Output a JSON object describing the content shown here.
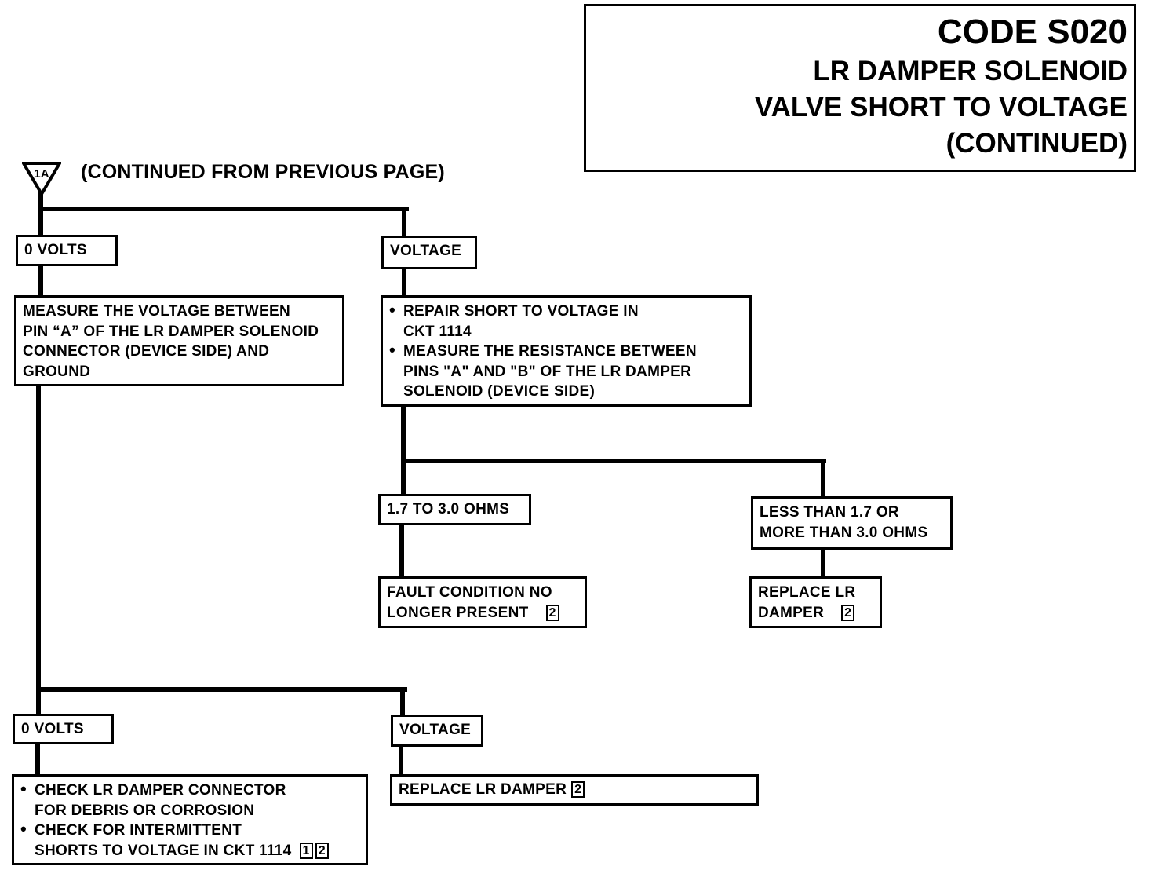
{
  "title": {
    "code": "CODE S020",
    "lines": [
      "LR DAMPER SOLENOID",
      "VALVE SHORT TO VOLTAGE",
      "(CONTINUED)"
    ]
  },
  "connector": {
    "marker_label": "1A",
    "continued_text": "(CONTINUED FROM PREVIOUS PAGE)"
  },
  "nodes": {
    "zero_volts_1": "0 VOLTS",
    "voltage_1": "VOLTAGE",
    "measure_pin_a": [
      "MEASURE THE VOLTAGE BETWEEN",
      "PIN “A” OF THE LR DAMPER SOLENOID",
      "CONNECTOR (DEVICE SIDE) AND",
      "GROUND"
    ],
    "repair_short": {
      "bullet1": [
        "REPAIR SHORT TO VOLTAGE IN",
        "CKT 1114"
      ],
      "bullet2": [
        "MEASURE THE RESISTANCE BETWEEN",
        "PINS \"A\" AND \"B\" OF THE LR DAMPER",
        "SOLENOID (DEVICE SIDE)"
      ]
    },
    "ohms_ok": "1.7 TO 3.0 OHMS",
    "ohms_bad": [
      "LESS THAN 1.7 OR",
      "MORE THAN 3.0 OHMS"
    ],
    "fault_gone": {
      "lines": [
        "FAULT CONDITION NO",
        "LONGER PRESENT"
      ],
      "ref": "2"
    },
    "replace_damper_a": {
      "lines": [
        "REPLACE LR",
        "DAMPER"
      ],
      "ref": "2"
    },
    "zero_volts_2": "0 VOLTS",
    "voltage_2": "VOLTAGE",
    "check_connector": {
      "bullet1": [
        "CHECK LR DAMPER CONNECTOR",
        "FOR DEBRIS OR CORROSION"
      ],
      "bullet2": [
        "CHECK FOR INTERMITTENT",
        "SHORTS TO VOLTAGE IN CKT 1114"
      ],
      "refs": [
        "1",
        "2"
      ]
    },
    "replace_damper_b": {
      "text": "REPLACE LR DAMPER",
      "ref": "2"
    }
  },
  "colors": {
    "ink": "#000000",
    "paper": "#ffffff"
  }
}
